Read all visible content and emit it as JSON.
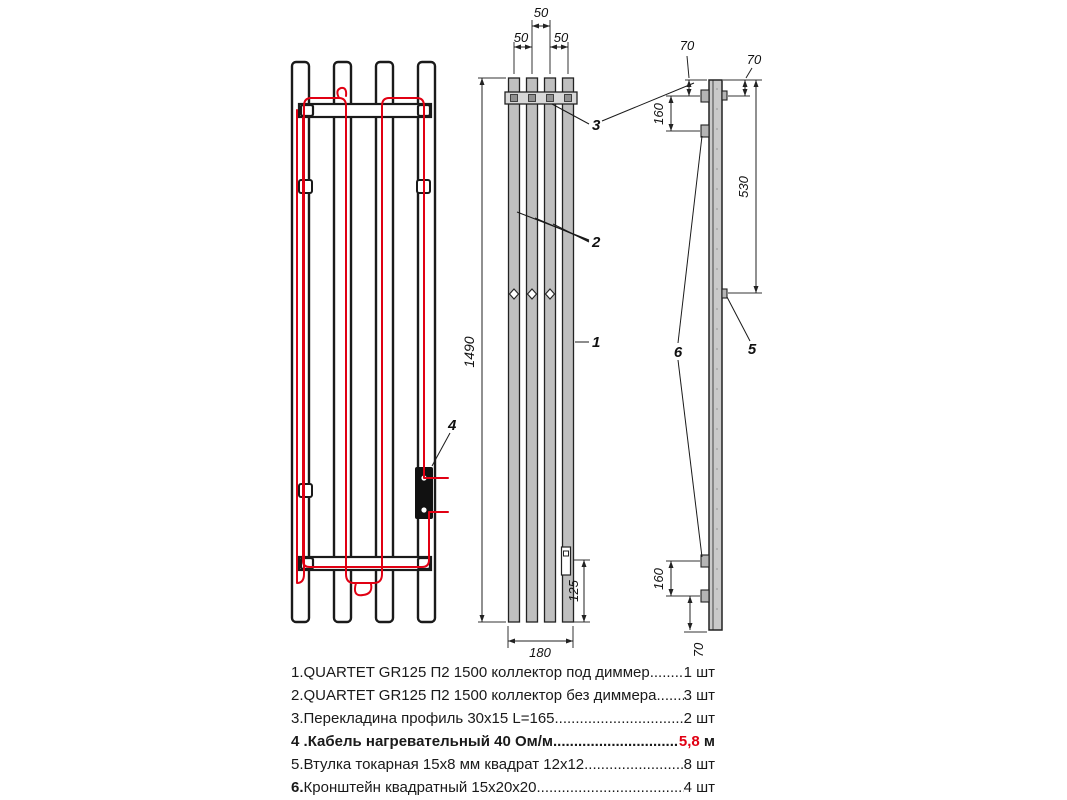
{
  "drawing": {
    "dims": {
      "d50_left": "50",
      "d50_mid": "50",
      "d50_right": "50",
      "d1490": "1490",
      "d125": "125",
      "d180": "180",
      "d70_top_left": "70",
      "d70_top_right": "70",
      "d160_top": "160",
      "d530": "530",
      "d160_bottom": "160",
      "d70_bottom": "70"
    },
    "callouts": {
      "c1": "1",
      "c2": "2",
      "c3": "3",
      "c4": "4",
      "c5": "5",
      "c6": "6"
    },
    "colors": {
      "cable": "#e10013",
      "line": "#1a1a1a",
      "bar_fill": "#c4c4c4"
    }
  },
  "bom": {
    "rows": [
      {
        "num": "1.",
        "label": "QUARTET GR125 П2 1500 коллектор под диммер",
        "dots": "......................................................................",
        "qty": "1 шт"
      },
      {
        "num": "2.",
        "label": "QUARTET GR125 П2 1500 коллектор без диммера",
        "dots": "......................................................................",
        "qty": "3 шт"
      },
      {
        "num": "3.",
        "label": "Перекладина профиль 30x15 L=165",
        "dots": "......................................................................",
        "qty": "2 шт"
      },
      {
        "num": "4 .",
        "label": "Кабель нагревательный 40 Ом/м ",
        "dots": "......................................................................",
        "qty_value": "5,8",
        "qty_unit": " м"
      },
      {
        "num": "5.",
        "label": " Втулка токарная 15x8 мм квадрат 12x12 ",
        "dots": "......................................................................",
        "qty": "8 шт"
      },
      {
        "num": "6.",
        "label": " Кронштейн квадратный 15x20x20",
        "dots": "......................................................................",
        "qty": "4 шт"
      }
    ]
  }
}
